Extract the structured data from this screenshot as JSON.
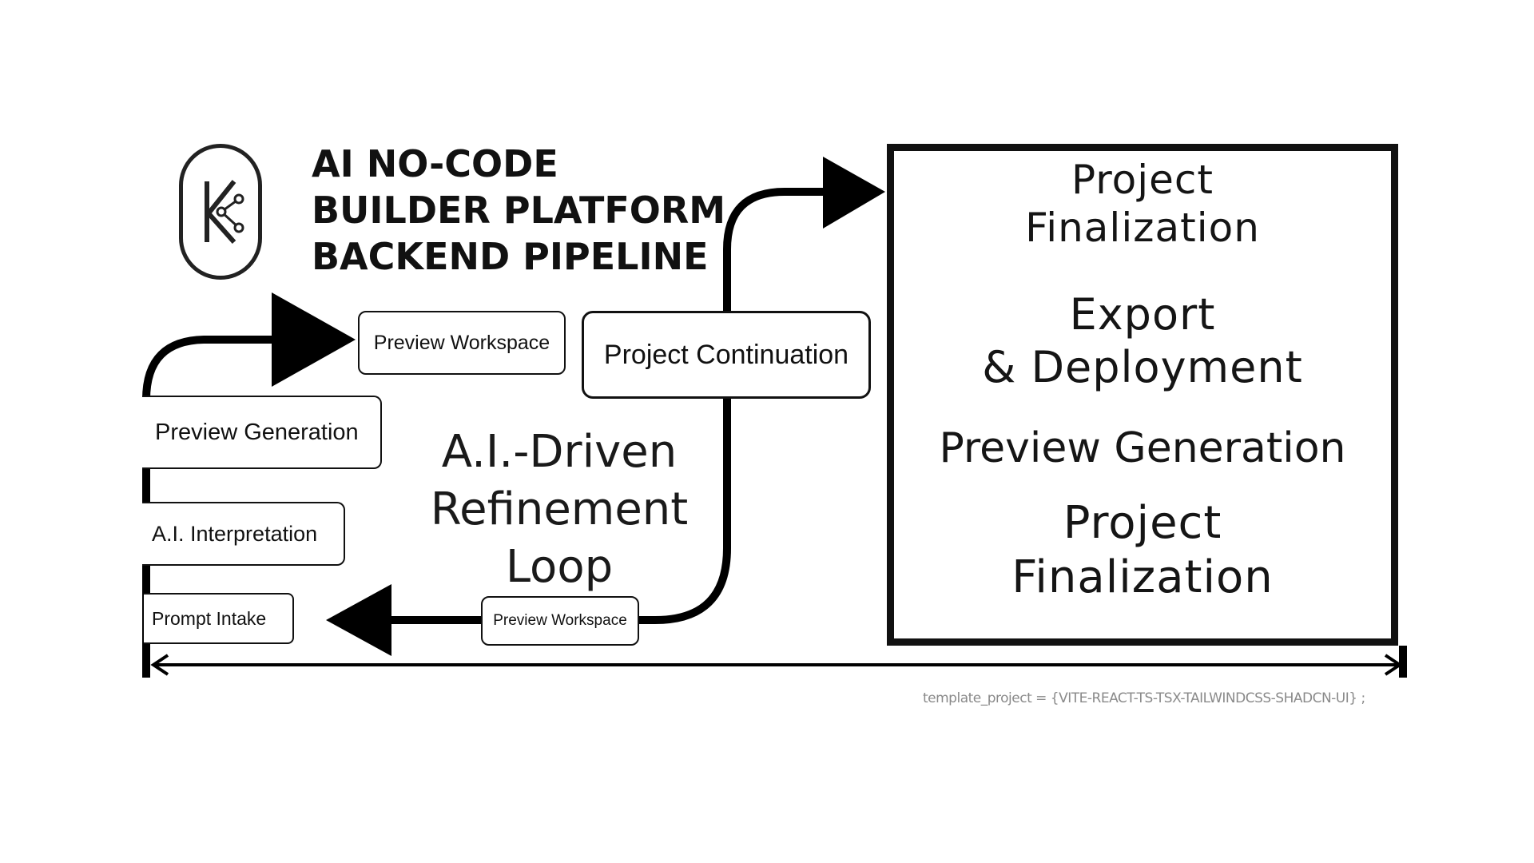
{
  "header": {
    "title": "AI NO-CODE\nBUILDER PLATFORM\nBACKEND PIPELINE",
    "logo_letter": "K"
  },
  "pipeline": {
    "preview_workspace_top": "Preview Workspace",
    "project_continuation": "Project Continuation",
    "preview_generation": "Preview Generation",
    "ai_interpretation": "A.I. Interpretation",
    "prompt_intake": "Prompt Intake",
    "preview_workspace_bottom": "Preview Workspace",
    "loop_label": "A.I.-Driven\nRefinement\nLoop"
  },
  "panel": {
    "items": [
      "Project\nFinalization",
      "Export\n& Deployment",
      "Preview Generation",
      "Project\nFinalization"
    ]
  },
  "footnote": "template_project = {VITE-REACT-TS-TSX-TAILWINDCSS-SHADCN-UI} ;",
  "colors": {
    "ink": "#111111",
    "background": "#ffffff",
    "footnote": "#8a8a8a"
  }
}
